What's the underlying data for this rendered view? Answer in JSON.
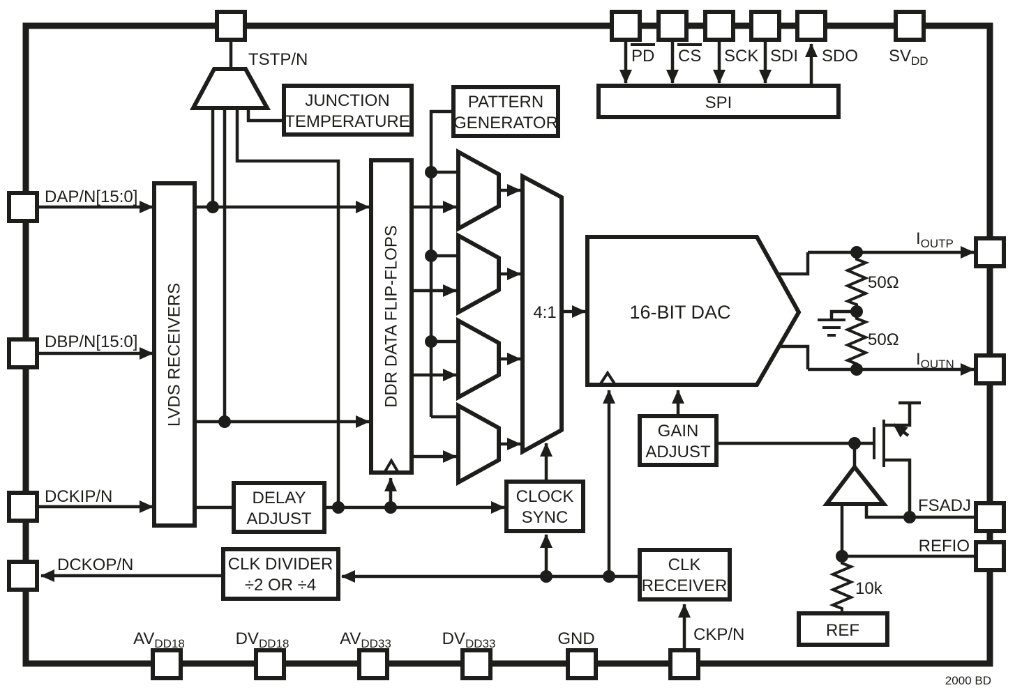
{
  "diagram": {
    "title_note": "2000 BD",
    "ink_color": "#1d1d1b",
    "pins": {
      "tstp": "TSTP/N",
      "pd": "PD",
      "cs": "CS",
      "sck": "SCK",
      "sdi": "SDI",
      "sdo": "SDO",
      "svdd": {
        "main": "SV",
        "sub": "DD"
      },
      "dap": "DAP/N[15:0]",
      "dbp": "DBP/N[15:0]",
      "dckip": "DCKIP/N",
      "dckop": "DCKOP/N",
      "ioutp": {
        "main": "I",
        "sub": "OUTP"
      },
      "ioutn": {
        "main": "I",
        "sub": "OUTN"
      },
      "fsadj": "FSADJ",
      "refio": "REFIO",
      "avdd18": {
        "main": "AV",
        "sub": "DD18"
      },
      "dvdd18": {
        "main": "DV",
        "sub": "DD18"
      },
      "avdd33": {
        "main": "AV",
        "sub": "DD33"
      },
      "dvdd33": {
        "main": "DV",
        "sub": "DD33"
      },
      "gnd": "GND",
      "ckp": "CKP/N"
    },
    "blocks": {
      "junction_temperature": {
        "line1": "JUNCTION",
        "line2": "TEMPERATURE"
      },
      "pattern_generator": {
        "line1": "PATTERN",
        "line2": "GENERATOR"
      },
      "spi": {
        "label": "SPI"
      },
      "lvds_receivers": {
        "label": "LVDS RECEIVERS"
      },
      "ddr_flip_flops": {
        "label": "DDR DATA FLIP-FLOPS"
      },
      "mux41": {
        "label": "4:1"
      },
      "dac": {
        "label": "16-BIT DAC"
      },
      "gain_adjust": {
        "line1": "GAIN",
        "line2": "ADJUST"
      },
      "delay_adjust": {
        "line1": "DELAY",
        "line2": "ADJUST"
      },
      "clock_sync": {
        "line1": "CLOCK",
        "line2": "SYNC"
      },
      "clk_divider": {
        "line1": "CLK DIVIDER",
        "line2": "÷2 OR ÷4"
      },
      "clk_receiver": {
        "line1": "CLK",
        "line2": "RECEIVER"
      },
      "ref": {
        "label": "REF"
      }
    },
    "components": {
      "r_out_top": "50Ω",
      "r_out_bottom": "50Ω",
      "r_ref": "10k"
    }
  }
}
